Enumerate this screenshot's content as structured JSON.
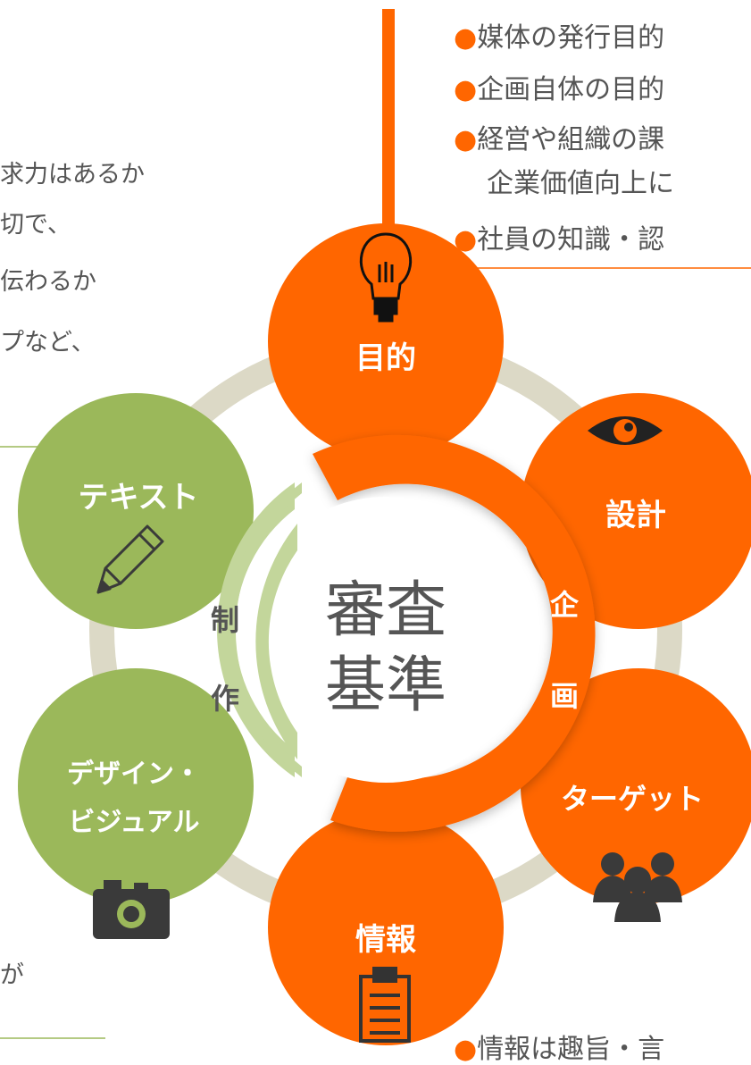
{
  "colors": {
    "orange": "#ff6600",
    "green": "#9bb85a",
    "light_green": "#c3d69b",
    "connector_gray": "#dcd9c6",
    "text_gray": "#555555",
    "white": "#ffffff"
  },
  "center": {
    "line1": "審査",
    "line2": "基準"
  },
  "arcs": {
    "kikaku": [
      "企",
      "画"
    ],
    "seisaku": [
      "制",
      "作"
    ]
  },
  "circles": {
    "purpose": {
      "label": "目的",
      "icon": "lightbulb-icon"
    },
    "design": {
      "label": "設計",
      "icon": "eye-icon"
    },
    "target": {
      "label": "ターゲット",
      "icon": "people-icon"
    },
    "info": {
      "label": "情報",
      "icon": "clipboard-icon"
    },
    "visual": {
      "label_line1": "デザイン・",
      "label_line2": "ビジュアル",
      "icon": "camera-icon"
    },
    "text": {
      "label": "テキスト",
      "icon": "pencil-icon"
    }
  },
  "bullets_top_right": [
    "媒体の発行目的",
    "企画自体の目的",
    "経営や組織の課",
    "企業価値向上に",
    "社員の知識・認"
  ],
  "left_text_top": [
    "求力はあるか",
    "切で、",
    "伝わるか",
    "プなど、"
  ],
  "left_text_bottom": "が",
  "bottom_cut_text": "情報は趣旨・言"
}
